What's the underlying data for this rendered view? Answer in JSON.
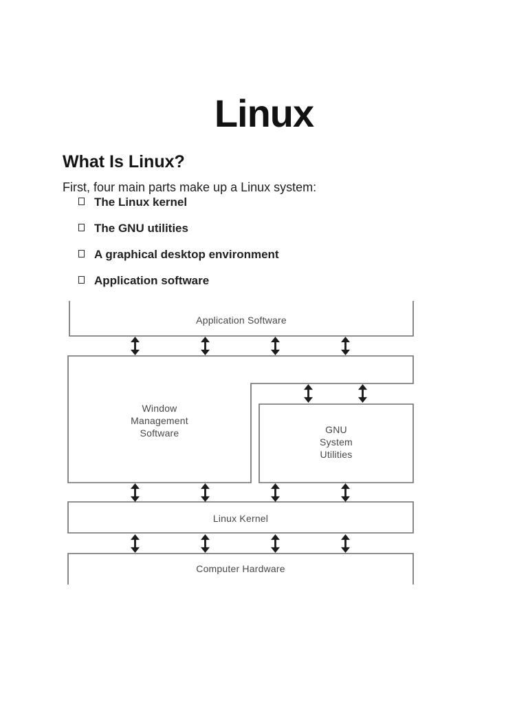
{
  "page": {
    "background": "#ffffff",
    "title": "Linux"
  },
  "article": {
    "heading": "What Is Linux?",
    "intro": "First, four main parts make up a Linux system:",
    "bullet_icon": "hollow-square",
    "bullets": [
      "The Linux kernel",
      "The GNU utilities",
      "A graphical desktop environment",
      "Application software"
    ]
  },
  "diagram": {
    "type": "layered-architecture",
    "colors": {
      "line": "#6b6b6b",
      "label": "#474747",
      "arrow": "#1c1c1c"
    },
    "arrow_icon": "double-headed-vertical-arrow",
    "boxes": [
      {
        "label": "Application Software"
      },
      {
        "label": "Window\nManagement\nSoftware"
      },
      {
        "label": "GNU\nSystem\nUtilities"
      },
      {
        "label": "Linux Kernel"
      },
      {
        "label": "Computer Hardware"
      }
    ],
    "arrow_rows": [
      {
        "between": [
          "Application Software",
          "Window Management Software"
        ],
        "count": 4
      },
      {
        "between": [
          "Window Management Software",
          "GNU System Utilities"
        ],
        "count": 2
      },
      {
        "between": [
          "Window Management Software / GNU System Utilities",
          "Linux Kernel"
        ],
        "count": 4
      },
      {
        "between": [
          "Linux Kernel",
          "Computer Hardware"
        ],
        "count": 4
      }
    ]
  }
}
